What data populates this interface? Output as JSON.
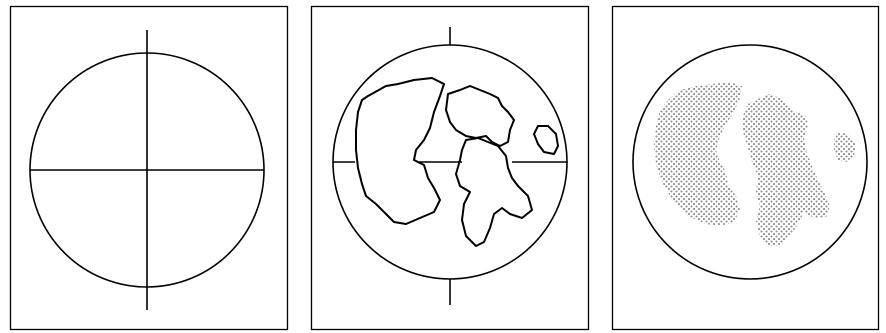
{
  "figure": {
    "panels": [
      {
        "name": "panel-empty-field",
        "content": "circle-with-crosshair"
      },
      {
        "name": "panel-outlined-regions",
        "content": "circle-with-outlined-blobs"
      },
      {
        "name": "panel-stippled-regions",
        "content": "circle-with-stippled-blobs"
      }
    ],
    "colors": {
      "stroke": "#000000",
      "background": "#ffffff",
      "stipple": "#8a8a8a"
    }
  }
}
